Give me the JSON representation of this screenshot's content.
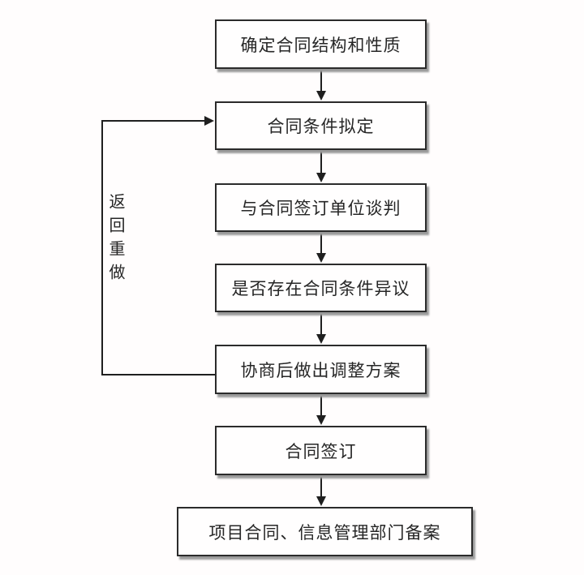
{
  "diagram": {
    "type": "flowchart",
    "nodes": [
      {
        "id": 1,
        "label": "确定合同结构和性质"
      },
      {
        "id": 2,
        "label": "合同条件拟定"
      },
      {
        "id": 3,
        "label": "与合同签订单位谈判"
      },
      {
        "id": 4,
        "label": "是否存在合同条件异议"
      },
      {
        "id": 5,
        "label": "协商后做出调整方案"
      },
      {
        "id": 6,
        "label": "合同签订"
      },
      {
        "id": 7,
        "label": "项目合同、信息管理部门备案"
      }
    ],
    "edges": [
      {
        "from": 1,
        "to": 2
      },
      {
        "from": 2,
        "to": 3
      },
      {
        "from": 3,
        "to": 4
      },
      {
        "from": 4,
        "to": 5
      },
      {
        "from": 5,
        "to": 6
      },
      {
        "from": 6,
        "to": 7
      },
      {
        "from": 5,
        "to": 2,
        "label": "返回重做",
        "kind": "feedback-loop"
      }
    ],
    "loop_label": "返回重做",
    "colors": {
      "background": "#fffdfd",
      "node_fill": "#fffefe",
      "node_border": "#2b2b2b",
      "node_shadow": "#9a9a9a",
      "line": "#1f1f1f",
      "text": "#262626"
    }
  }
}
